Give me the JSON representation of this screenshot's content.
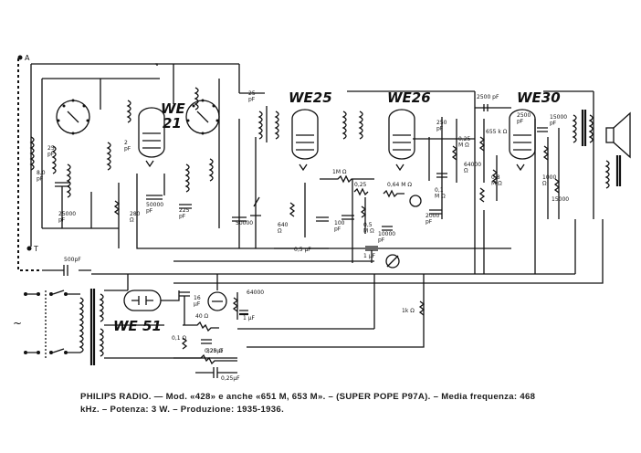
{
  "caption": {
    "line1": "PHILIPS RADIO. — Mod. «428» e anche «651 M, 653 M». – (SUPER POPE P97A). – Media frequenza: 468",
    "line2": "kHz. – Potenza: 3 W. – Produzione: 1935-1936."
  },
  "tubes": {
    "we21": {
      "line1": "WE",
      "line2": "21"
    },
    "we25": "WE25",
    "we26": "WE26",
    "we30": "WE30",
    "we51": "WE 51"
  },
  "terminals": {
    "antenna": "A",
    "ground": "T"
  },
  "components": {
    "c_25pf_top": "25\npF",
    "c_25pf_left": "25\npF",
    "c_80pf": "8,0\npF",
    "c_2pf": "2\npF",
    "c_25000pf": "25000\npF",
    "c_50000pf": "50000\npF",
    "r_280": "280\nΩ",
    "c_225": "225\npF",
    "c_50000_mid": "50000",
    "r_640": "640\nΩ",
    "c_05uf_a": "0,5 μF",
    "r_1m": "1M Ω",
    "r_025": "0,25",
    "r_064m": "0,64 M Ω",
    "c_100pf": "100\npF",
    "r_05m": "0,5\nM Ω",
    "c_10000pf": "10000\npF",
    "c_1uf": "1 μF",
    "c_250pf": "250\npF",
    "c_2000pf": "2000\npF",
    "r_01m": "0,1\nM Ω",
    "r_025m": "0,25\nM Ω",
    "c_2500pf_a": "2500 pF",
    "r_655k": "655 k Ω",
    "r_64000": "64000\nΩ",
    "r_08m": "0,8\nM Ω",
    "c_2500pf_b": "2500\npF",
    "c_15000pf": "15000\npF",
    "r_15000": "15000",
    "r_1000": "1000\nΩ",
    "c_500pf": "500pF",
    "c_16uf": "16\nμF",
    "r_64000_b": "64000",
    "c_1uf_b": "1 μF",
    "r_40": "40 Ω",
    "r_01": "0,1 Ω",
    "c_025uf": "0,25μF",
    "r_320": "320 Ω",
    "c_025uf_b": "0,25μF",
    "r_1k": "1k Ω"
  }
}
